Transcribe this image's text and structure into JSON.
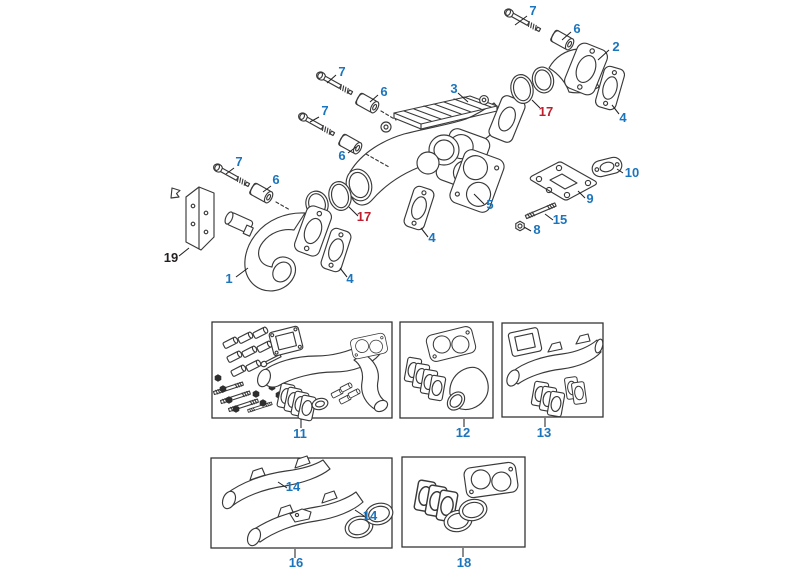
{
  "colors": {
    "callout_blue": "#1b75bc",
    "callout_red": "#be1e2d",
    "callout_black": "#231f20",
    "line_art": "#3a3a3a",
    "background": "#ffffff"
  },
  "callouts": [
    {
      "label": "7",
      "part": "hex-bolt",
      "color": "#1b75bc"
    },
    {
      "label": "6",
      "part": "spacer",
      "color": "#1b75bc"
    },
    {
      "label": "2",
      "part": "exhaust-elbow-rear",
      "color": "#1b75bc"
    },
    {
      "label": "7",
      "part": "hex-bolt",
      "color": "#1b75bc"
    },
    {
      "label": "6",
      "part": "spacer",
      "color": "#1b75bc"
    },
    {
      "label": "3",
      "part": "center-exhaust-manifold",
      "color": "#1b75bc"
    },
    {
      "label": "17",
      "part": "o-ring",
      "color": "#be1e2d"
    },
    {
      "label": "4",
      "part": "port-gasket",
      "color": "#1b75bc"
    },
    {
      "label": "7",
      "part": "hex-bolt",
      "color": "#1b75bc"
    },
    {
      "label": "6",
      "part": "spacer",
      "color": "#1b75bc"
    },
    {
      "label": "7",
      "part": "hex-bolt",
      "color": "#1b75bc"
    },
    {
      "label": "6",
      "part": "spacer",
      "color": "#1b75bc"
    },
    {
      "label": "10",
      "part": "small-flange-gasket",
      "color": "#1b75bc"
    },
    {
      "label": "5",
      "part": "dual-port-gasket",
      "color": "#1b75bc"
    },
    {
      "label": "9",
      "part": "turbo-mount-gasket",
      "color": "#1b75bc"
    },
    {
      "label": "15",
      "part": "stud",
      "color": "#1b75bc"
    },
    {
      "label": "8",
      "part": "hex-nut",
      "color": "#1b75bc"
    },
    {
      "label": "17",
      "part": "o-ring",
      "color": "#be1e2d"
    },
    {
      "label": "4",
      "part": "port-gasket",
      "color": "#1b75bc"
    },
    {
      "label": "19",
      "part": "shield-bracket",
      "color": "#231f20"
    },
    {
      "label": "1",
      "part": "front-exhaust-elbow",
      "color": "#1b75bc"
    },
    {
      "label": "4",
      "part": "port-gasket",
      "color": "#1b75bc"
    },
    {
      "label": "11",
      "part": "manifold-kit",
      "color": "#1b75bc"
    },
    {
      "label": "12",
      "part": "elbow-gasket-kit",
      "color": "#1b75bc"
    },
    {
      "label": "13",
      "part": "manifold-clamp-kit",
      "color": "#1b75bc"
    },
    {
      "label": "14",
      "part": "manifold-pipe",
      "color": "#1b75bc"
    },
    {
      "label": "14",
      "part": "manifold-pipe",
      "color": "#1b75bc"
    },
    {
      "label": "16",
      "part": "manifold-pipe-kit",
      "color": "#1b75bc"
    },
    {
      "label": "18",
      "part": "gasket-seal-kit",
      "color": "#1b75bc"
    }
  ]
}
